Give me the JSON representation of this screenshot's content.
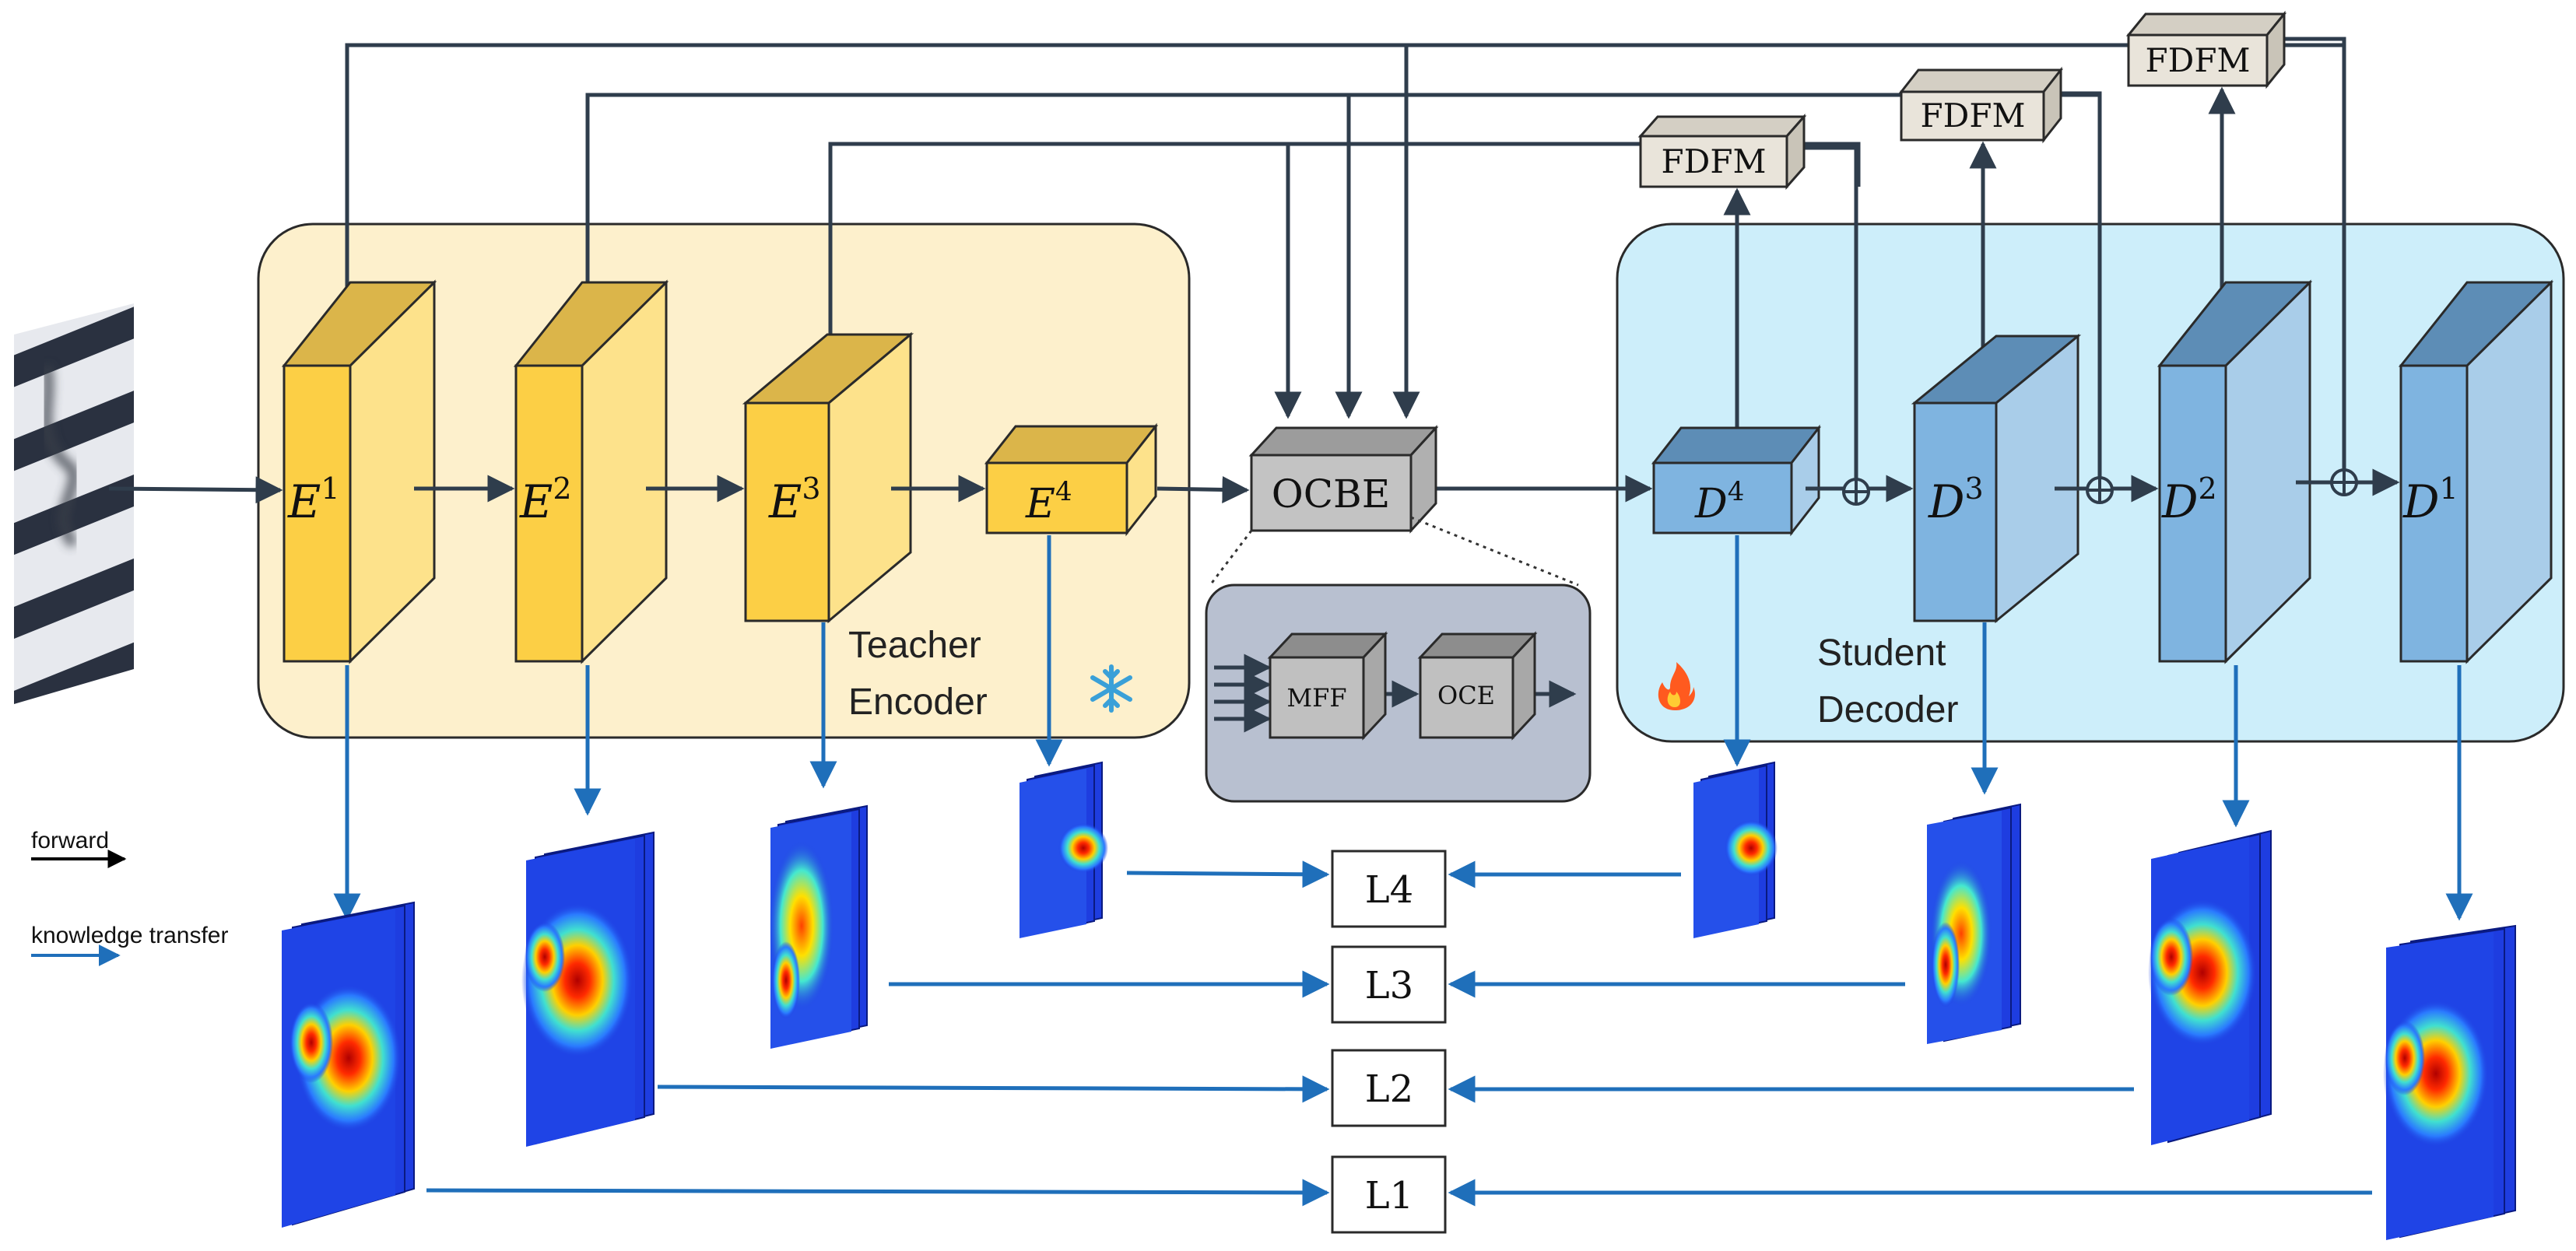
{
  "encoder": {
    "title_line1": "Teacher",
    "title_line2": "Encoder",
    "frozen_icon": "snowflake-icon",
    "blocks": [
      {
        "base": "E",
        "sup": "1"
      },
      {
        "base": "E",
        "sup": "2"
      },
      {
        "base": "E",
        "sup": "3"
      },
      {
        "base": "E",
        "sup": "4"
      }
    ]
  },
  "decoder": {
    "title_line1": "Student",
    "title_line2": "Decoder",
    "trainable_icon": "flame-icon",
    "blocks": [
      {
        "base": "D",
        "sup": "4"
      },
      {
        "base": "D",
        "sup": "3"
      },
      {
        "base": "D",
        "sup": "2"
      },
      {
        "base": "D",
        "sup": "1"
      }
    ]
  },
  "bottleneck": {
    "label": "OCBE",
    "inner": {
      "mff": "MFF",
      "oce": "OCE"
    }
  },
  "fusion_modules": [
    "FDFM",
    "FDFM",
    "FDFM"
  ],
  "losses": [
    "L4",
    "L3",
    "L2",
    "L1"
  ],
  "legend": {
    "forward": "forward",
    "knowledge_transfer": "knowledge transfer"
  },
  "colors": {
    "encoder_panel": "#fdf0cc",
    "encoder_block_front": "#fccf45",
    "encoder_block_side": "#fde28b",
    "encoder_block_top": "#dbb54a",
    "decoder_panel": "#cdeefa",
    "decoder_block_front": "#7fb4e0",
    "decoder_block_side": "#a9cde9",
    "decoder_block_top": "#5d8db6",
    "ocbe": "#c3c3c3",
    "ocbe_detail_panel": "#b8c0d0",
    "fdfm": "#e9e4da",
    "forward_arrow": "#2f3d4c",
    "transfer_arrow": "#1f6fba",
    "heatmap_background": "#1e3de0"
  }
}
